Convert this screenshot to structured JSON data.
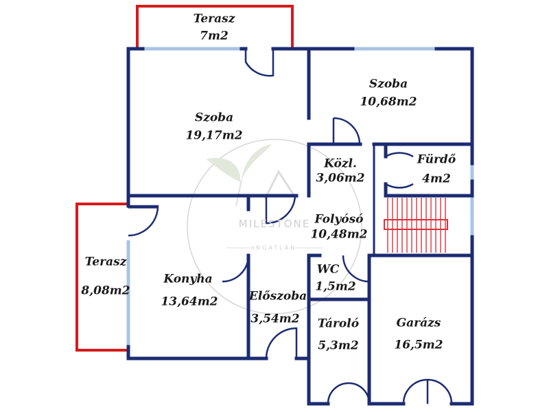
{
  "watermark": {
    "brand": "MILESTONE",
    "sub": "INGATLAN"
  },
  "rooms": {
    "terasz_top": {
      "name": "Terasz",
      "area": "7m2"
    },
    "szoba_large": {
      "name": "Szoba",
      "area": "19,17m2"
    },
    "szoba_small": {
      "name": "Szoba",
      "area": "10,68m2"
    },
    "kozl": {
      "name": "Közl.",
      "area": "3,06m2"
    },
    "furdo": {
      "name": "Fürdő",
      "area": "4m2"
    },
    "folyoso": {
      "name": "Folyósó",
      "area": "10,48m2"
    },
    "terasz_left": {
      "name": "Terasz",
      "area": "8,08m2"
    },
    "konyha": {
      "name": "Konyha",
      "area": "13,64m2"
    },
    "wc": {
      "name": "WC",
      "area": "1,5m2"
    },
    "eloszoba": {
      "name": "Előszoba",
      "area": "3,54m2"
    },
    "tarolo": {
      "name": "Tároló",
      "area": "5,3m2"
    },
    "garazs": {
      "name": "Garázs",
      "area": "16,5m2"
    }
  },
  "colors": {
    "wall": "#1c2c72",
    "terrace_outline": "#d81a1a",
    "window": "#a9c4e4",
    "stairs": "#e0303a",
    "watermark": "#cfcfcf"
  }
}
